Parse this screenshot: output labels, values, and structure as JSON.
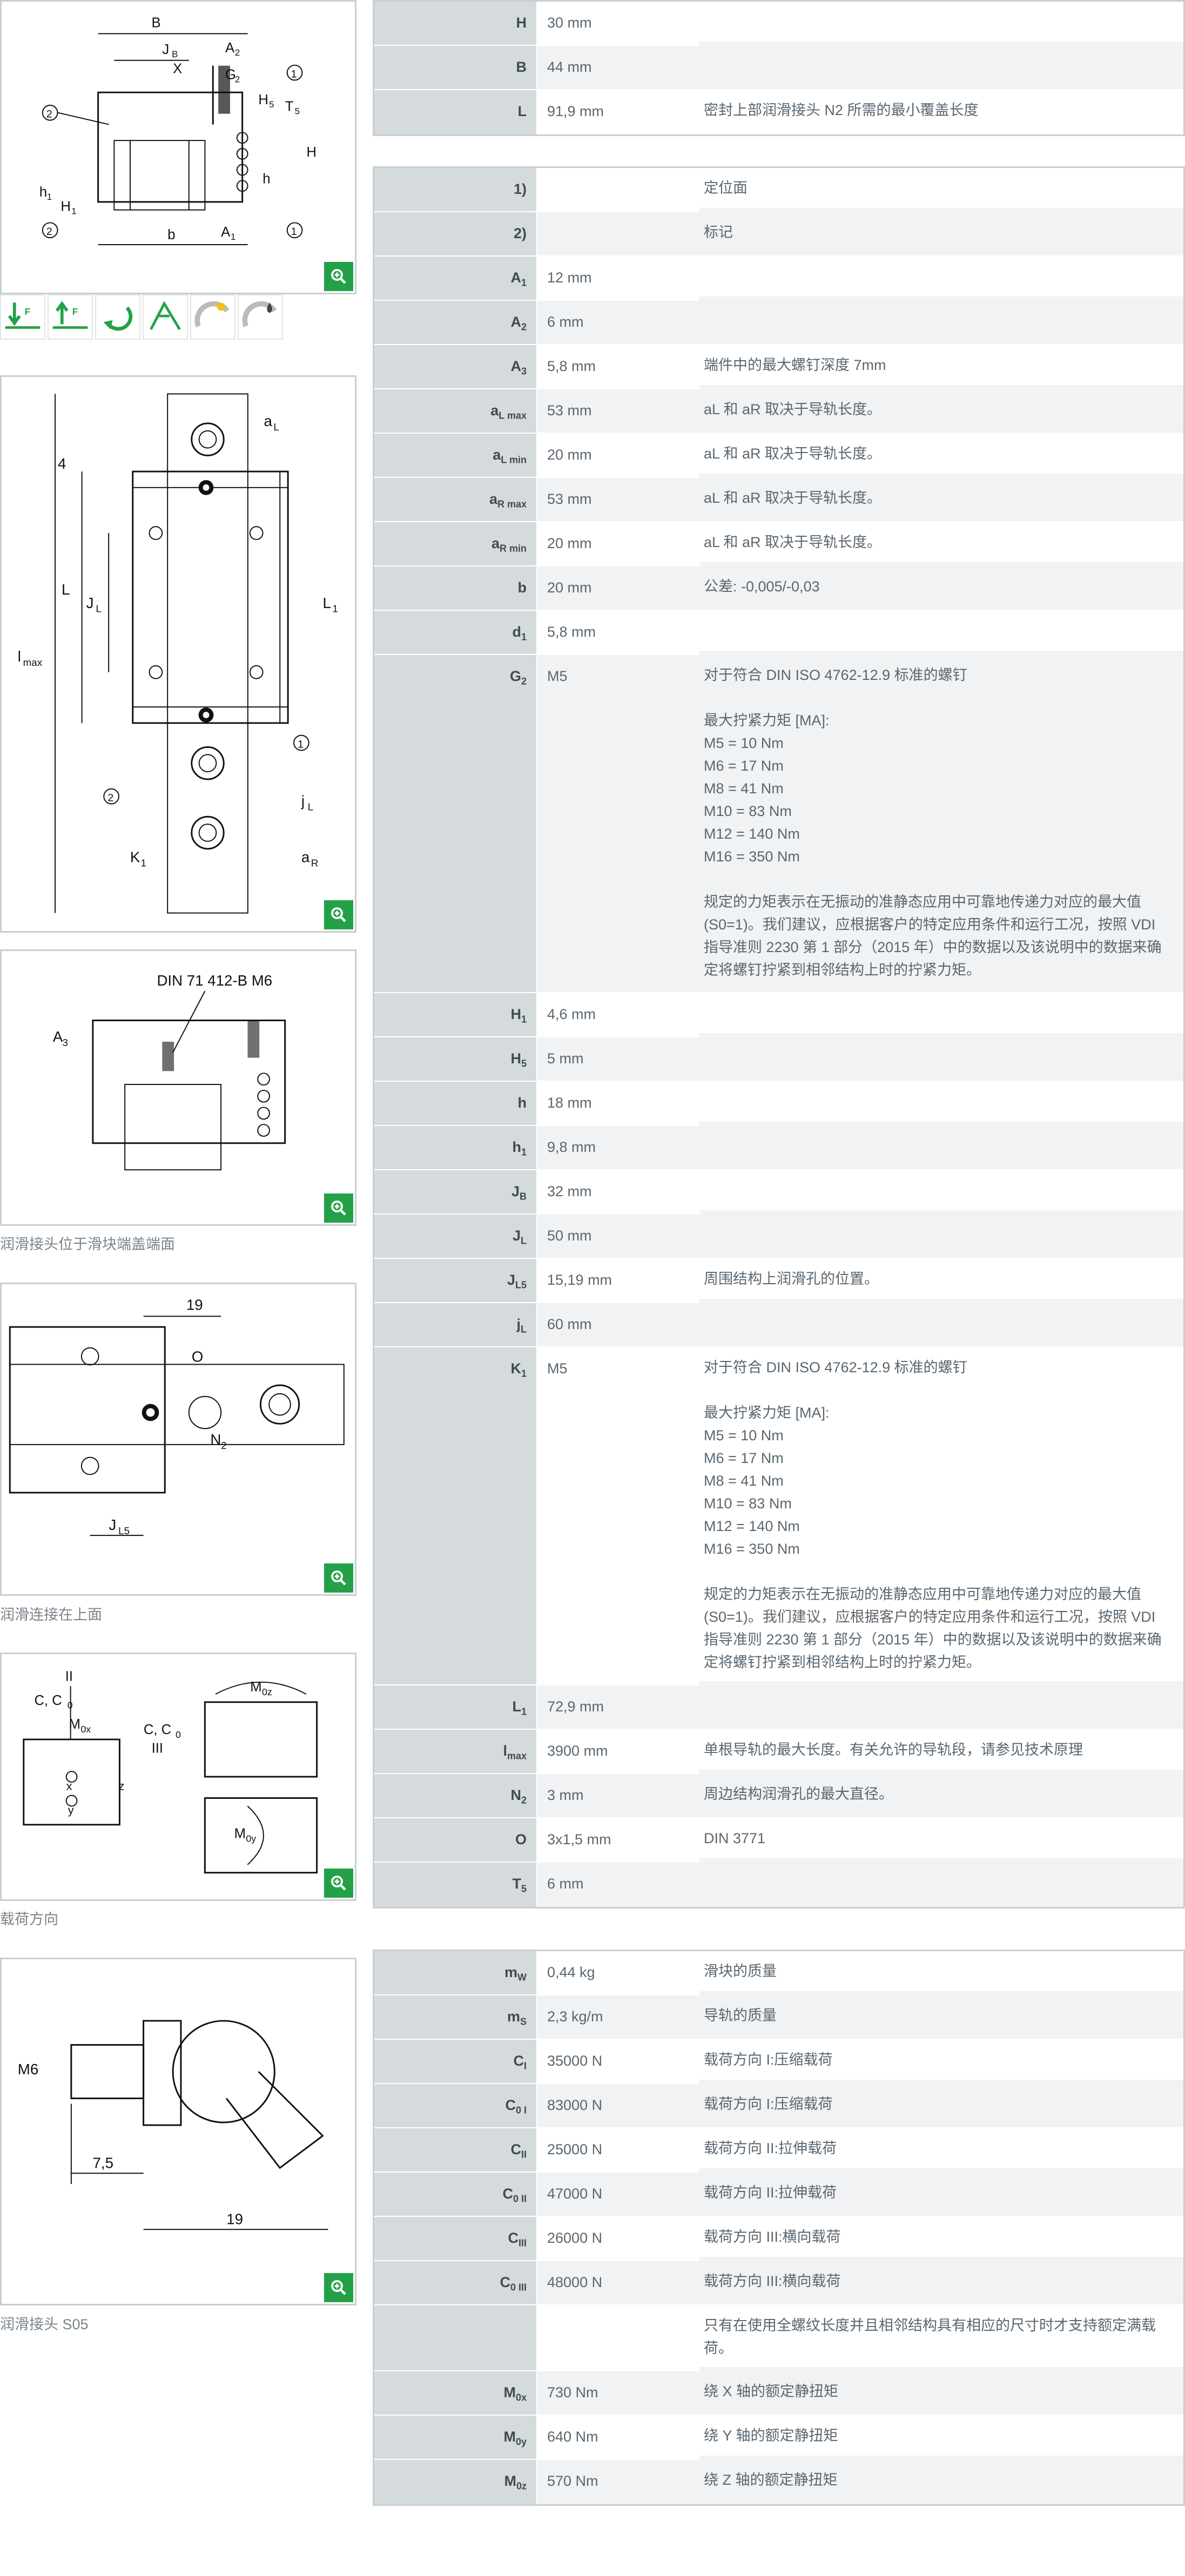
{
  "figures": {
    "fig1": {
      "labels": {
        "B": "B",
        "JB": "J",
        "JBsub": "B",
        "X": "X",
        "A2": "A",
        "A2sub": "2",
        "G2": "G",
        "G2sub": "2",
        "H5": "H",
        "H5sub": "5",
        "T5": "T",
        "T5sub": "5",
        "H": "H",
        "h": "h",
        "h1": "h",
        "h1sub": "1",
        "H1": "H",
        "H1sub": "1",
        "b": "b",
        "A1": "A",
        "A1sub": "1",
        "c1": "1",
        "c2": "2"
      }
    },
    "fig2": {
      "labels": {
        "aL": "a",
        "aLsub": "L",
        "four": "4",
        "L": "L",
        "L1": "L",
        "L1sub": "1",
        "JL": "J",
        "JLsub": "L",
        "lmax": "l",
        "lmaxsub": "max",
        "jL": "j",
        "jLsub": "L",
        "K1": "K",
        "K1sub": "1",
        "aR": "a",
        "aRsub": "R",
        "c1": "1",
        "c2": "2"
      }
    },
    "fig3": {
      "labels": {
        "din": "DIN 71 412-B M6",
        "A3": "A",
        "A3sub": "3"
      },
      "caption": "润滑接头位于滑块端盖端面"
    },
    "fig4": {
      "labels": {
        "n19": "19",
        "O": "O",
        "N2": "N",
        "N2sub": "2",
        "JL5": "J",
        "JL5sub": "L5"
      },
      "caption": "润滑连接在上面"
    },
    "fig5": {
      "labels": {
        "II": "II",
        "CC0a": "C, C",
        "CC0asub": "0",
        "M0x": "M",
        "M0xsub": "0x",
        "CC0b": "C, C",
        "CC0bsub": "0",
        "III": "III",
        "M0z": "M",
        "M0zsub": "0z",
        "M0y": "M",
        "M0ysub": "0y",
        "x": "x",
        "z": "z",
        "y": "y"
      },
      "caption": "载荷方向"
    },
    "fig6": {
      "labels": {
        "M6": "M6",
        "n75": "7,5",
        "n19": "19"
      },
      "caption": "润滑接头 S05"
    }
  },
  "table1": [
    {
      "k": "H",
      "sub": "",
      "v": "30  mm",
      "n": ""
    },
    {
      "k": "B",
      "sub": "",
      "v": "44  mm",
      "n": ""
    },
    {
      "k": "L",
      "sub": "",
      "v": "91,9  mm",
      "n": "密封上部润滑接头 N2 所需的最小覆盖长度"
    }
  ],
  "table2": [
    {
      "k": "1)",
      "sub": "",
      "v": "",
      "n": "定位面"
    },
    {
      "k": "2)",
      "sub": "",
      "v": "",
      "n": "标记"
    },
    {
      "k": "A",
      "sub": "1",
      "v": "12  mm",
      "n": ""
    },
    {
      "k": "A",
      "sub": "2",
      "v": "6  mm",
      "n": ""
    },
    {
      "k": "A",
      "sub": "3",
      "v": "5,8  mm",
      "n": "端件中的最大螺钉深度 7mm"
    },
    {
      "k": "a",
      "sub": "L max",
      "v": "53  mm",
      "n": "aL 和 aR 取决于导轨长度。"
    },
    {
      "k": "a",
      "sub": "L min",
      "v": "20  mm",
      "n": "aL 和 aR 取决于导轨长度。"
    },
    {
      "k": "a",
      "sub": "R max",
      "v": "53  mm",
      "n": "aL 和 aR 取决于导轨长度。"
    },
    {
      "k": "a",
      "sub": "R min",
      "v": "20  mm",
      "n": "aL 和 aR 取决于导轨长度。"
    },
    {
      "k": "b",
      "sub": "",
      "v": "20  mm",
      "n": "公差: -0,005/-0,03"
    },
    {
      "k": "d",
      "sub": "1",
      "v": "5,8  mm",
      "n": ""
    },
    {
      "k": "G",
      "sub": "2",
      "v": "M5",
      "n": "对于符合 DIN ISO 4762-12.9 标准的螺钉\n\n最大拧紧力矩 [MA]:\nM5 = 10 Nm\nM6 = 17 Nm\nM8 = 41 Nm\nM10 = 83 Nm\nM12 = 140 Nm\nM16 = 350 Nm\n\n规定的力矩表示在无振动的准静态应用中可靠地传递力对应的最大值 (S0=1)。我们建议，应根据客户的特定应用条件和运行工况，按照 VDI 指导准则 2230 第 1 部分（2015 年）中的数据以及该说明中的数据来确定将螺钉拧紧到相邻结构上时的拧紧力矩。"
    },
    {
      "k": "H",
      "sub": "1",
      "v": "4,6  mm",
      "n": ""
    },
    {
      "k": "H",
      "sub": "5",
      "v": "5  mm",
      "n": ""
    },
    {
      "k": "h",
      "sub": "",
      "v": "18  mm",
      "n": ""
    },
    {
      "k": "h",
      "sub": "1",
      "v": "9,8  mm",
      "n": ""
    },
    {
      "k": "J",
      "sub": "B",
      "v": "32  mm",
      "n": ""
    },
    {
      "k": "J",
      "sub": "L",
      "v": "50  mm",
      "n": ""
    },
    {
      "k": "J",
      "sub": "L5",
      "v": "15,19  mm",
      "n": "周围结构上润滑孔的位置。"
    },
    {
      "k": "j",
      "sub": "L",
      "v": "60  mm",
      "n": ""
    },
    {
      "k": "K",
      "sub": "1",
      "v": "M5",
      "n": "对于符合 DIN ISO 4762-12.9 标准的螺钉\n\n最大拧紧力矩 [MA]:\nM5 = 10 Nm\nM6 = 17 Nm\nM8 = 41 Nm\nM10 = 83 Nm\nM12 = 140 Nm\nM16 = 350 Nm\n\n规定的力矩表示在无振动的准静态应用中可靠地传递力对应的最大值 (S0=1)。我们建议，应根据客户的特定应用条件和运行工况，按照 VDI 指导准则 2230 第 1 部分（2015 年）中的数据以及该说明中的数据来确定将螺钉拧紧到相邻结构上时的拧紧力矩。"
    },
    {
      "k": "L",
      "sub": "1",
      "v": "72,9  mm",
      "n": ""
    },
    {
      "k": "l",
      "sub": "max",
      "v": "3900  mm",
      "n": "单根导轨的最大长度。有关允许的导轨段，请参见技术原理"
    },
    {
      "k": "N",
      "sub": "2",
      "v": "3  mm",
      "n": "周边结构润滑孔的最大直径。"
    },
    {
      "k": "O",
      "sub": "",
      "v": "3x1,5  mm",
      "n": "DIN 3771"
    },
    {
      "k": "T",
      "sub": "5",
      "v": "6  mm",
      "n": ""
    }
  ],
  "table3": [
    {
      "k": "m",
      "sub": "W",
      "v": "0,44  kg",
      "n": "滑块的质量"
    },
    {
      "k": "m",
      "sub": "S",
      "v": "2,3  kg/m",
      "n": "导轨的质量"
    },
    {
      "k": "C",
      "sub": "I",
      "v": "35000  N",
      "n": "载荷方向 I:压缩载荷"
    },
    {
      "k": "C",
      "sub": "0 I",
      "v": "83000  N",
      "n": "载荷方向 I:压缩载荷"
    },
    {
      "k": "C",
      "sub": "II",
      "v": "25000  N",
      "n": "载荷方向 II:拉伸载荷"
    },
    {
      "k": "C",
      "sub": "0 II",
      "v": "47000  N",
      "n": "载荷方向 II:拉伸载荷"
    },
    {
      "k": "C",
      "sub": "III",
      "v": "26000  N",
      "n": "载荷方向 III:横向载荷"
    },
    {
      "k": "C",
      "sub": "0 III",
      "v": "48000  N",
      "n": "载荷方向 III:横向载荷"
    },
    {
      "k": "",
      "sub": "",
      "v": "",
      "n": "只有在使用全螺纹长度并且相邻结构具有相应的尺寸时才支持额定满载荷。"
    },
    {
      "k": "M",
      "sub": "0x",
      "v": "730  Nm",
      "n": "绕 X 轴的额定静扭矩"
    },
    {
      "k": "M",
      "sub": "0y",
      "v": "640  Nm",
      "n": "绕 Y 轴的额定静扭矩"
    },
    {
      "k": "M",
      "sub": "0z",
      "v": "570  Nm",
      "n": "绕 Z 轴的额定静扭矩"
    }
  ]
}
